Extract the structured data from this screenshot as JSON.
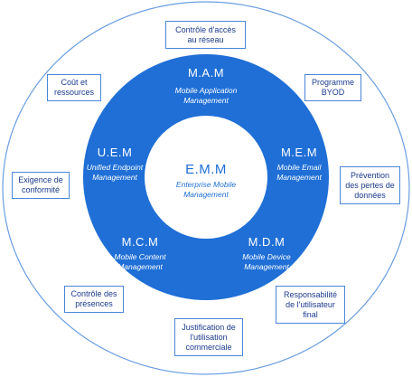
{
  "diagram": {
    "center": {
      "abbr": "E.M.M",
      "line1": "Enterprise Mobile",
      "line2": "Management"
    },
    "ring_segments": {
      "mam": {
        "abbr": "M.A.M",
        "line1": "Mobile Application",
        "line2": "Management"
      },
      "uem": {
        "abbr": "U.E.M",
        "line1": "Unified Endpoint",
        "line2": "Management"
      },
      "mem": {
        "abbr": "M.E.M",
        "line1": "Mobile Email",
        "line2": "Management"
      },
      "mcm": {
        "abbr": "M.C.M",
        "line1": "Mobile Content",
        "line2": "Management"
      },
      "mdm": {
        "abbr": "M.D.M",
        "line1": "Mobile Device",
        "line2": "Management"
      }
    },
    "outer_items": {
      "controle_acces": [
        "Contrôle d'accès",
        "au réseau"
      ],
      "cout": [
        "Coût et",
        "ressources"
      ],
      "byod": [
        "Programme",
        "BYOD"
      ],
      "conformite": [
        "Exigence de",
        "conformité"
      ],
      "prevention": [
        "Prévention",
        "des pertes de",
        "données"
      ],
      "presences": [
        "Contrôle des",
        "présences"
      ],
      "responsabilite": [
        "Responsabilité",
        "de l'utilisateur",
        "final"
      ],
      "justification": [
        "Justification de",
        "l'utilisation",
        "commerciale"
      ]
    }
  },
  "colors": {
    "ring": "#1f6fd6",
    "box_border": "#4a86d9",
    "outer_circle": "#6a9ee0",
    "text_dark": "#1a3a8c"
  }
}
